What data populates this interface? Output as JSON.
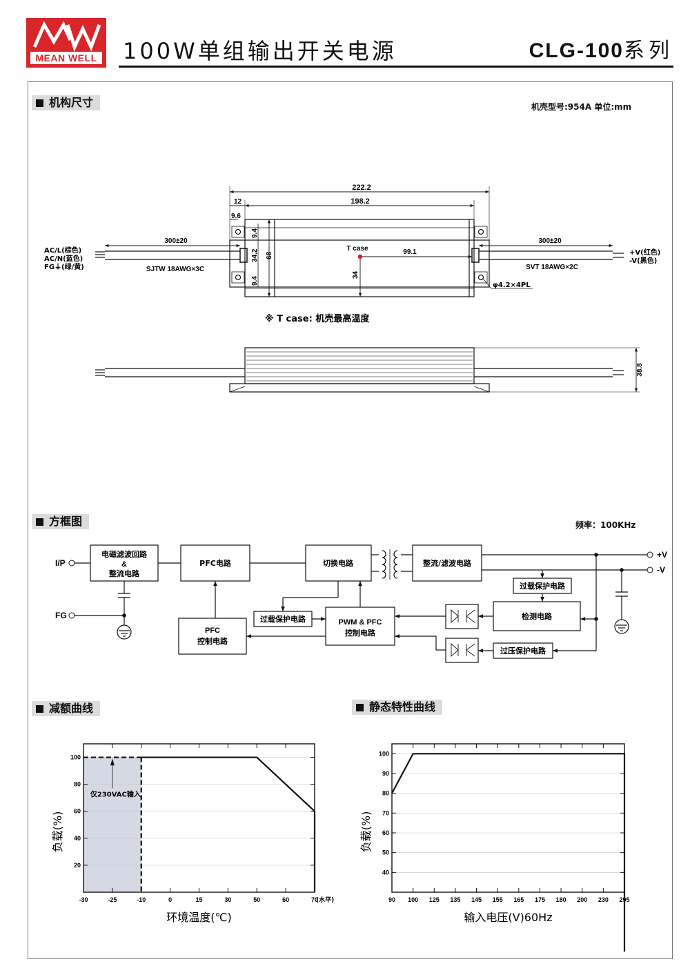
{
  "header": {
    "brand": "MEAN WELL",
    "doc_title": "100W单组输出开关电源",
    "series": "CLG-100",
    "series_suffix": "系列"
  },
  "sections": {
    "mechanical": "机构尺寸",
    "block": "方框图",
    "derating": "减额曲线",
    "static": "静态特性曲线"
  },
  "mechanical": {
    "case_info": "机壳型号:954A 单位:mm",
    "dims": {
      "total_length": "222.2",
      "inner_length": "198.2",
      "offset_12": "12",
      "offset_9_6": "9.6",
      "hole_9_4_top": "9.4",
      "mid_34_2": "34.2",
      "height_68": "68",
      "hole_9_4_bottom": "9.4",
      "tcase_34": "34",
      "tcase_99_1": "99.1",
      "left_cable": "300±20",
      "right_cable": "300±20",
      "height_side": "38.8",
      "mount_hole": "φ4.2×4PL"
    },
    "tcase_label": "T case",
    "left_wires": [
      "AC/L(棕色)",
      "AC/N(蓝色)",
      "FG⏚(绿/黄)"
    ],
    "left_cable_spec": "SJTW 18AWG×3C",
    "right_wires": [
      "+V(红色)",
      "-V(黑色)"
    ],
    "right_cable_spec": "SVT 18AWG×2C",
    "footnote": "※ T case: 机壳最高温度"
  },
  "block_diagram": {
    "frequency": "频率：100KHz",
    "input_label": "I/P",
    "fg_label": "FG",
    "out_pos": "+V",
    "out_neg": "-V",
    "blocks": {
      "emi": [
        "电磁滤波回路",
        "&",
        "整流电路"
      ],
      "pfc": "PFC电路",
      "switch": "切换电路",
      "rectifier": "整流/滤波电路",
      "ocp": "过载保护电路",
      "ocp2": "过载保护电路",
      "pwm": [
        "PWM & PFC",
        "控制电路"
      ],
      "pfc_ctrl": [
        "PFC",
        "控制电路"
      ],
      "detect": "检测电路",
      "ovp": "过压保护电路"
    }
  },
  "chart_data": [
    {
      "type": "line",
      "name": "derating",
      "x": [
        -30,
        -10,
        50,
        70,
        70
      ],
      "y": [
        100,
        100,
        100,
        60,
        0
      ],
      "x_ticks": [
        "-30",
        "-25",
        "-10",
        "0",
        "15",
        "30",
        "50",
        "60",
        "70"
      ],
      "x_tick_values": [
        -30,
        -25,
        -10,
        0,
        15,
        30,
        50,
        60,
        70
      ],
      "x_scale": "categorical",
      "y_ticks": [
        20,
        40,
        60,
        80,
        100
      ],
      "ylim": [
        0,
        110
      ],
      "xlabel": "环境温度(℃)",
      "ylabel": "负载(%)",
      "x_unit": "(水平)",
      "shaded_region": [
        -30,
        -10
      ],
      "shaded_note": "仅230VAC输入",
      "dashed_segment": {
        "x": [
          -30,
          -10
        ],
        "y": [
          100,
          100
        ]
      }
    },
    {
      "type": "line",
      "name": "static",
      "x": [
        90,
        100,
        295,
        295
      ],
      "y": [
        80,
        100,
        100,
        0
      ],
      "x_ticks": [
        "90",
        "100",
        "125",
        "135",
        "145",
        "155",
        "165",
        "175",
        "180",
        "200",
        "230",
        "295"
      ],
      "x_tick_values": [
        90,
        100,
        125,
        135,
        145,
        155,
        165,
        175,
        180,
        200,
        230,
        295
      ],
      "x_scale": "categorical",
      "y_ticks": [
        40,
        50,
        60,
        70,
        80,
        90,
        100
      ],
      "ylim": [
        30,
        105
      ],
      "xlabel": "输入电压(V)60Hz",
      "ylabel": "负载(%)"
    }
  ]
}
